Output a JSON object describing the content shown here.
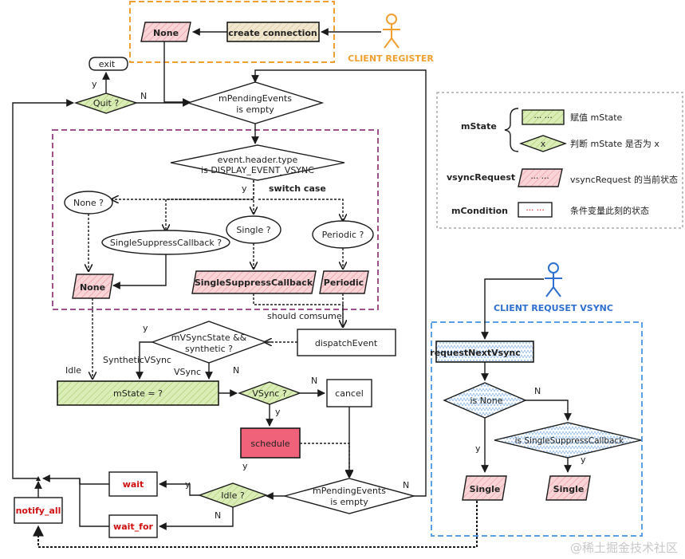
{
  "top": {
    "none": "None",
    "create": "create connection",
    "client_register": "CLIENT REGISTER"
  },
  "loop": {
    "exit": "exit",
    "quit": "Quit ?",
    "y": "y",
    "n": "N",
    "pending1": "mPendingEvents",
    "pending2": "is empty"
  },
  "switch": {
    "event1": "event.header.type",
    "event2": "is DISPLAY_EVENT_VSYNC",
    "y": "y",
    "switch_case": "switch case",
    "none_q": "None ?",
    "ssc_q": "SingleSuppressCallback ?",
    "single_q": "Single ?",
    "periodic_q": "Periodic ?",
    "none_state": "None",
    "ssc_state": "SingleSuppressCallback",
    "periodic_state": "Periodic"
  },
  "dispatch": {
    "should_consume": "should comsume",
    "dispatch_event": "dispatchEvent",
    "cond1": "mVSyncState &&",
    "cond2": "synthetic ?",
    "y": "y",
    "synthetic_vsync": "SyntheticVSync",
    "idle": "Idle",
    "vsync": "VSync",
    "n": "N"
  },
  "state": {
    "mstate": "mState = ?",
    "vsync_q": "VSync ?",
    "n": "N",
    "y": "y",
    "cancel": "cancel",
    "schedule": "schedule"
  },
  "bottom": {
    "y": "y",
    "n_left": "N",
    "n_right": "N",
    "idle_q": "Idle ?",
    "wait": "wait",
    "wait_for": "wait_for",
    "notify_all": "notify_all",
    "pending1": "mPendingEvents",
    "pending2": "is empty"
  },
  "legend": {
    "mstate": "mState",
    "assign_text": "赋值 mState",
    "x": "x",
    "judge_text": "判断 mState 是否为 x",
    "vsync_request": "vsyncRequest",
    "vsync_request_text": "vsyncRequest 的当前状态",
    "mcondition": "mCondition",
    "mcondition_text": "条件变量此刻的状态",
    "dots": "··· ···",
    "dots_red": "··· ···"
  },
  "client_request": {
    "label": "CLIENT REQUSET VSYNC",
    "request_next": "requestNextVsync",
    "is_none": "is None",
    "is_ssc": "is SingleSuppressCallback",
    "y": "y",
    "n": "N",
    "y2": "y",
    "single_left": "Single",
    "single_right": "Single"
  },
  "watermark": "@稀土掘金技术社区",
  "colors": {
    "pink": "#f7c9cc",
    "green": "#cfe6a4",
    "dark_pink": "#f0627a",
    "orange": "#f0a030",
    "purple": "#a0508c",
    "blue": "#5aa0e6",
    "red_text": "#d01010"
  }
}
